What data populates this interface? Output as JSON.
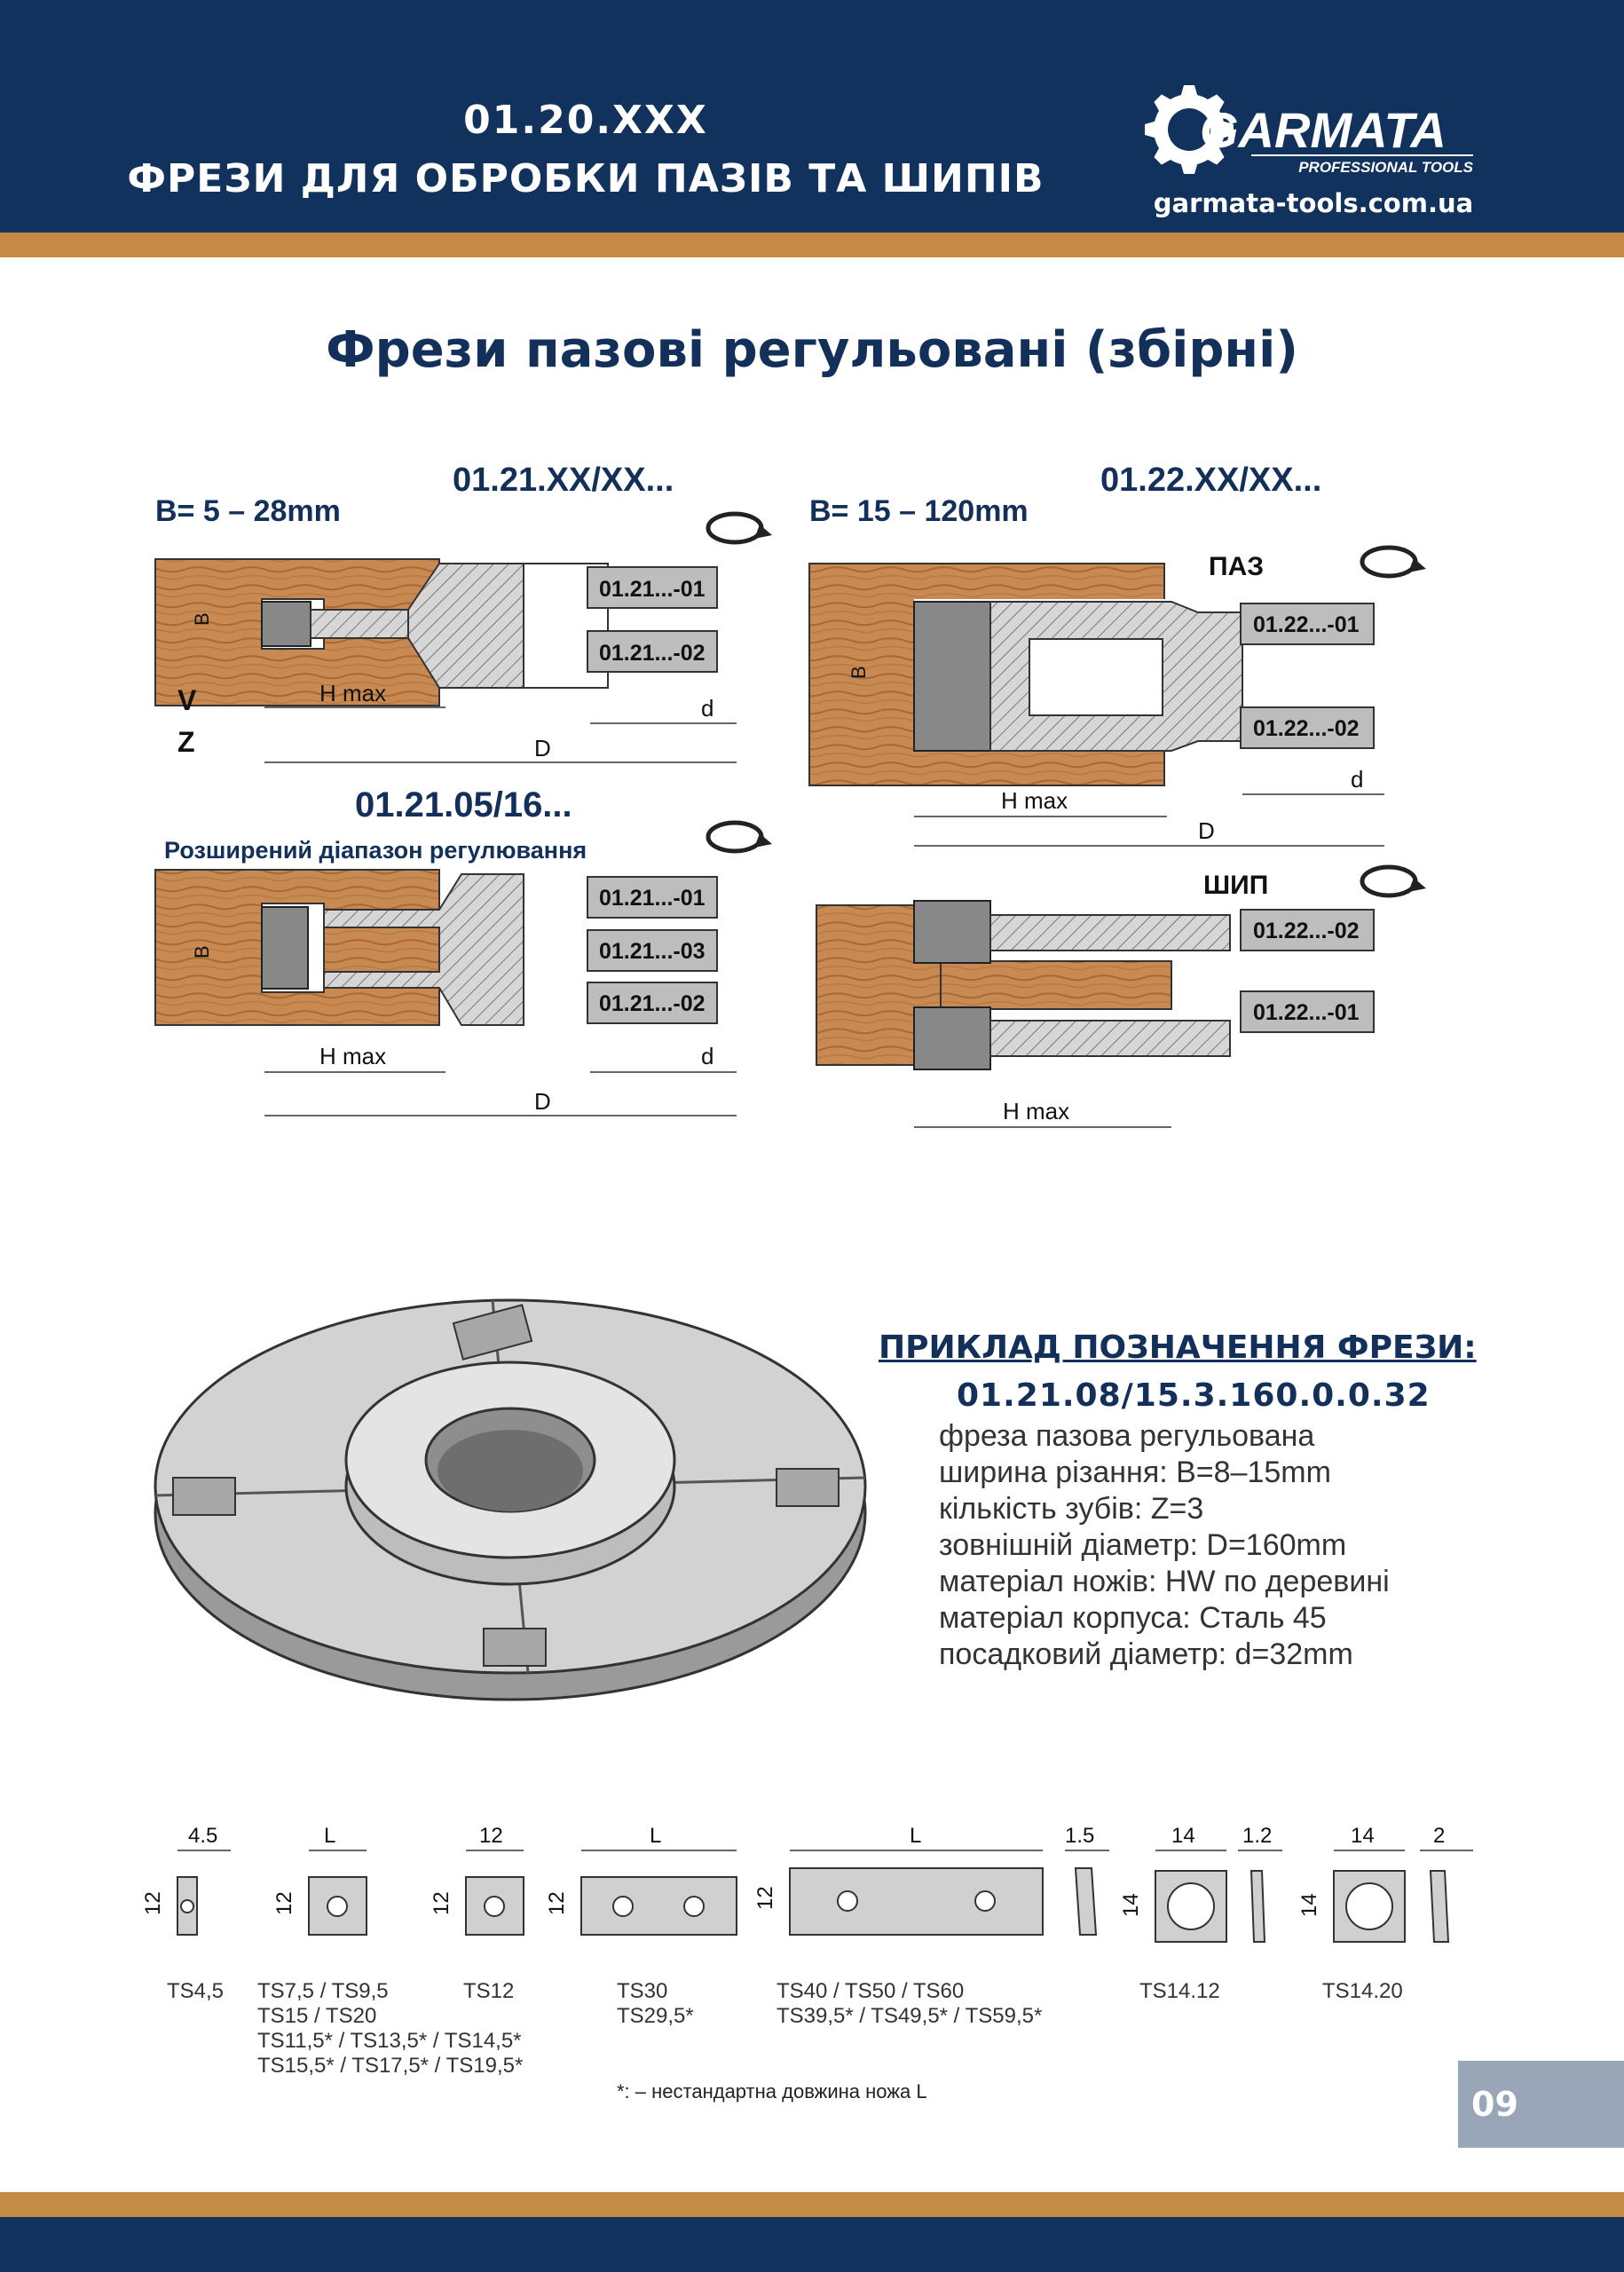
{
  "header": {
    "code": "01.20.XXX",
    "title": "ФРЕЗИ ДЛЯ ОБРОБКИ ПАЗІВ ТА ШИПІВ",
    "logo_text": "GARMATA",
    "logo_subtext": "PROFESSIONAL TOOLS",
    "website": "garmata-tools.com.ua"
  },
  "main_title": "Фрези пазові регульовані (збірні)",
  "diagram_a": {
    "code": "01.21.XX/XX...",
    "range": "B= 5 – 28mm",
    "labels": {
      "b": "B",
      "v": "V",
      "z": "Z",
      "hmax": "H max",
      "d": "d",
      "D": "D"
    },
    "blocks": [
      "01.21...-01",
      "01.21...-02"
    ]
  },
  "diagram_b": {
    "code": "01.21.05/16...",
    "subtitle": "Розширений діапазон регулювання",
    "labels": {
      "b": "B",
      "hmax": "H max",
      "d": "d",
      "D": "D"
    },
    "blocks": [
      "01.21...-01",
      "01.21...-03",
      "01.21...-02"
    ]
  },
  "diagram_c": {
    "code": "01.22.XX/XX...",
    "range": "B= 15 – 120mm",
    "groove_label": "ПАЗ",
    "tenon_label": "ШИП",
    "labels": {
      "b": "B",
      "hmax": "H max",
      "d": "d",
      "D": "D"
    },
    "groove_blocks": [
      "01.22...-01",
      "01.22...-02"
    ],
    "tenon_blocks": [
      "01.22...-02",
      "01.22...-01"
    ]
  },
  "example": {
    "title": "ПРИКЛАД ПОЗНАЧЕННЯ ФРЕЗИ:",
    "code": "01.21.08/15.3.160.0.0.32",
    "lines": [
      "фреза пазова регульована",
      "ширина різання: B=8–15mm",
      "кількість зубів: Z=3",
      "зовнішній діаметр: D=160mm",
      "матеріал ножів: HW по деревині",
      "матеріал корпуса: Сталь 45",
      "посадковий діаметр: d=32mm"
    ]
  },
  "knives": {
    "dims": [
      "4.5",
      "12",
      "L",
      "12",
      "12",
      "12",
      "L",
      "12",
      "L",
      "12",
      "1.5",
      "14",
      "1.2",
      "14",
      "14",
      "2",
      "14"
    ],
    "labels": [
      [
        "TS4,5"
      ],
      [
        "TS7,5 / TS9,5",
        "TS15 / TS20",
        "TS11,5* / TS13,5* / TS14,5*",
        "TS15,5* / TS17,5* / TS19,5*"
      ],
      [
        "TS12"
      ],
      [
        "TS30",
        "TS29,5*"
      ],
      [
        "TS40 / TS50 / TS60",
        "TS39,5* / TS49,5* / TS59,5*"
      ],
      [
        "TS14.12"
      ],
      [
        "TS14.20"
      ]
    ],
    "footnote": "*: – нестандартна довжина ножа L"
  },
  "page_number": "09",
  "colors": {
    "navy": "#11325c",
    "copper": "#c58b45",
    "wood": "#c88a52",
    "steel": "#c4c4c4"
  }
}
